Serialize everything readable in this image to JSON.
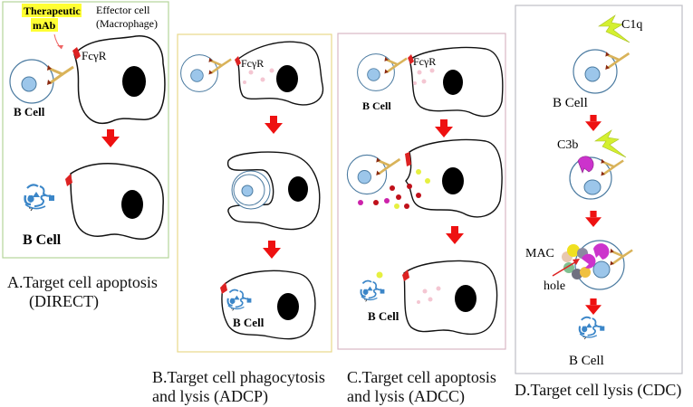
{
  "panels": {
    "a": {
      "mab_label_line1": "Therapeutic",
      "mab_label_line2": "mAb",
      "effector_label_line1": "Effector  cell",
      "effector_label_line2": "(Macrophage)",
      "receptor_label": "FcγR",
      "bcell_label_top": "B Cell",
      "bcell_label_bottom": "B Cell",
      "caption_line1": "A.Target cell apoptosis",
      "caption_line2": "(DIRECT)"
    },
    "b": {
      "receptor_label": "FcγR",
      "bcell_label": "B Cell",
      "caption_line1": "B.Target cell phagocytosis",
      "caption_line2": "and lysis (ADCP)"
    },
    "c": {
      "receptor_label": "FcγR",
      "bcell_label_top": "B Cell",
      "bcell_label_bottom": "B Cell",
      "caption_line1": "C.Target cell apoptosis",
      "caption_line2": "and lysis (ADCC)"
    },
    "d": {
      "c1q_label": "C1q",
      "bcell_label_top": "B Cell",
      "c3b_label": "C3b",
      "mac_label": "MAC",
      "hole_label": "hole",
      "bcell_label_bottom": "B Cell",
      "caption": "D.Target cell lysis (CDC)"
    }
  },
  "colors": {
    "panel_a_border": "#b5d49a",
    "panel_b_border": "#e8d98a",
    "panel_c_border": "#d9b8c4",
    "panel_d_border": "#bfbfc6",
    "arrow": "#ee1111",
    "receptor": "#dd2222",
    "antibody": "#d9b35a",
    "bcell_outline": "#4a7aa0",
    "nucleus_fill": "#9cc6ea",
    "lysed_fragments": "#3b86c8",
    "c1q_bolt": "#d4f030",
    "c3b": "#cc33cc",
    "granule_pink": "#f4c6d2",
    "granule_red": "#c0101a",
    "granule_yellow": "#e6f040",
    "granule_magenta": "#cc22aa"
  }
}
